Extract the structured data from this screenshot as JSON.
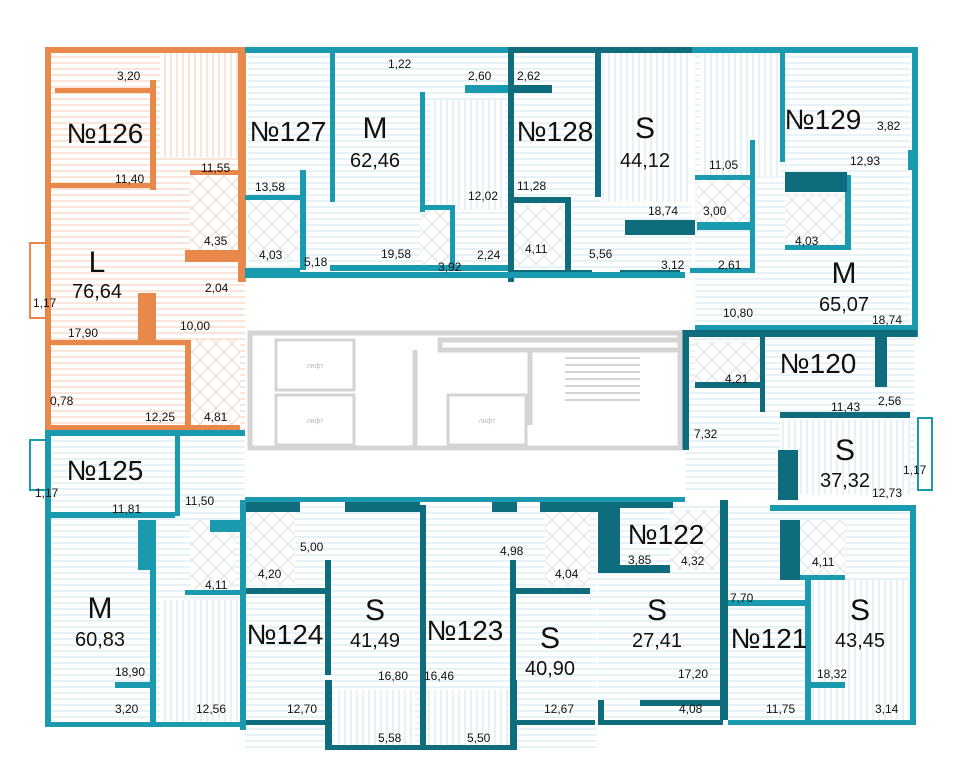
{
  "colors": {
    "orange": "#e8884a",
    "teal": "#1a9aaf",
    "dark_teal": "#0e6c7c",
    "core_grey": "#d4d4d4",
    "floor_hatch": "#cfe6ec",
    "floor_hatch_orange": "#f3cdb3"
  },
  "core": {
    "lift_label": "лифт"
  },
  "apartments": [
    {
      "number": "№126",
      "class": "L",
      "area": "76,64",
      "highlight": "orange",
      "rooms": [
        "3,20",
        "11,40",
        "11,55",
        "4,35",
        "2,04",
        "1,17",
        "17,90",
        "10,00",
        "0,78",
        "12,25",
        "4,81"
      ]
    },
    {
      "number": "№127",
      "class": "M",
      "area": "62,46",
      "rooms": [
        "1,22",
        "2,60",
        "13,58",
        "4,03",
        "5,18",
        "19,58",
        "12,02",
        "3,92",
        "2,24"
      ]
    },
    {
      "number": "№128",
      "class": "S",
      "area": "44,12",
      "rooms": [
        "2,62",
        "11,28",
        "4,11",
        "5,56",
        "18,74",
        "3,12"
      ]
    },
    {
      "number": "№129",
      "class": "M",
      "area": "65,07",
      "rooms": [
        "3,82",
        "11,05",
        "12,93",
        "3,00",
        "4,03",
        "2,61",
        "10,80",
        "18,74"
      ]
    },
    {
      "number": "№120",
      "class": "S",
      "area": "37,32",
      "rooms": [
        "4,21",
        "11,43",
        "2,56",
        "7,32",
        "1,17",
        "12,73"
      ]
    },
    {
      "number": "№125",
      "class": "M",
      "area": "60,83",
      "rooms": [
        "1,17",
        "11,81",
        "11,50",
        "4,11",
        "18,90",
        "3,20",
        "12,56"
      ]
    },
    {
      "number": "№124",
      "class": "S",
      "area": "41,49",
      "rooms": [
        "5,00",
        "4,20",
        "16,80",
        "12,70",
        "5,58"
      ]
    },
    {
      "number": "№123",
      "class": "S",
      "area": "40,90",
      "rooms": [
        "4,98",
        "4,04",
        "16,46",
        "12,67",
        "5,50"
      ]
    },
    {
      "number": "№122",
      "class": "S",
      "area": "27,41",
      "rooms": [
        "3,85",
        "4,32",
        "17,20",
        "4,08"
      ]
    },
    {
      "number": "№121",
      "class": "S",
      "area": "43,45",
      "rooms": [
        "4,11",
        "7,70",
        "18,32",
        "11,75",
        "3,14"
      ]
    }
  ]
}
